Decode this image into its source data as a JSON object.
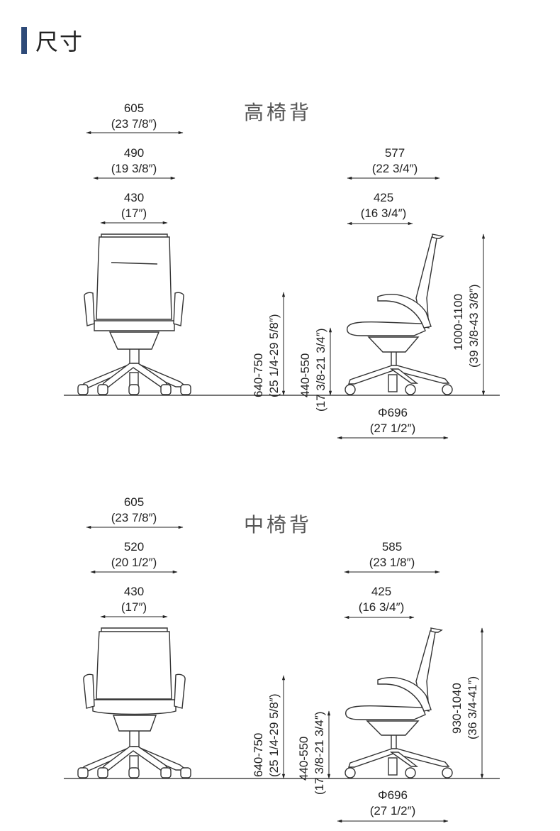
{
  "header": {
    "title": "尺寸"
  },
  "sections": [
    {
      "title": "高椅背",
      "overall_width": {
        "value": "605",
        "inch": "(23 7/8″)"
      },
      "arm_width": {
        "value": "490",
        "inch": "(19 3/8″)"
      },
      "seat_width": {
        "value": "430",
        "inch": "(17″)"
      },
      "overall_depth": {
        "value": "577",
        "inch": "(22 3/4″)"
      },
      "seat_depth": {
        "value": "425",
        "inch": "(16 3/4″)"
      },
      "arm_height": {
        "value": "640-750",
        "inch": "(25 1/4-29 5/8″)"
      },
      "seat_height": {
        "value": "440-550",
        "inch": "(17 3/8-21 3/4″)"
      },
      "overall_height": {
        "value": "1000-1100",
        "inch": "(39 3/8-43 3/8″)"
      },
      "base_diameter": {
        "value": "Φ696",
        "inch": "(27 1/2″)"
      }
    },
    {
      "title": "中椅背",
      "overall_width": {
        "value": "605",
        "inch": "(23 7/8″)"
      },
      "arm_width": {
        "value": "520",
        "inch": "(20 1/2″)"
      },
      "seat_width": {
        "value": "430",
        "inch": "(17″)"
      },
      "overall_depth": {
        "value": "585",
        "inch": "(23 1/8″)"
      },
      "seat_depth": {
        "value": "425",
        "inch": "(16 3/4″)"
      },
      "arm_height": {
        "value": "640-750",
        "inch": "(25 1/4-29 5/8″)"
      },
      "seat_height": {
        "value": "440-550",
        "inch": "(17 3/8-21 3/4″)"
      },
      "overall_height": {
        "value": "930-1040",
        "inch": "(36 3/4-41″)"
      },
      "base_diameter": {
        "value": "Φ696",
        "inch": "(27 1/2″)"
      }
    }
  ]
}
